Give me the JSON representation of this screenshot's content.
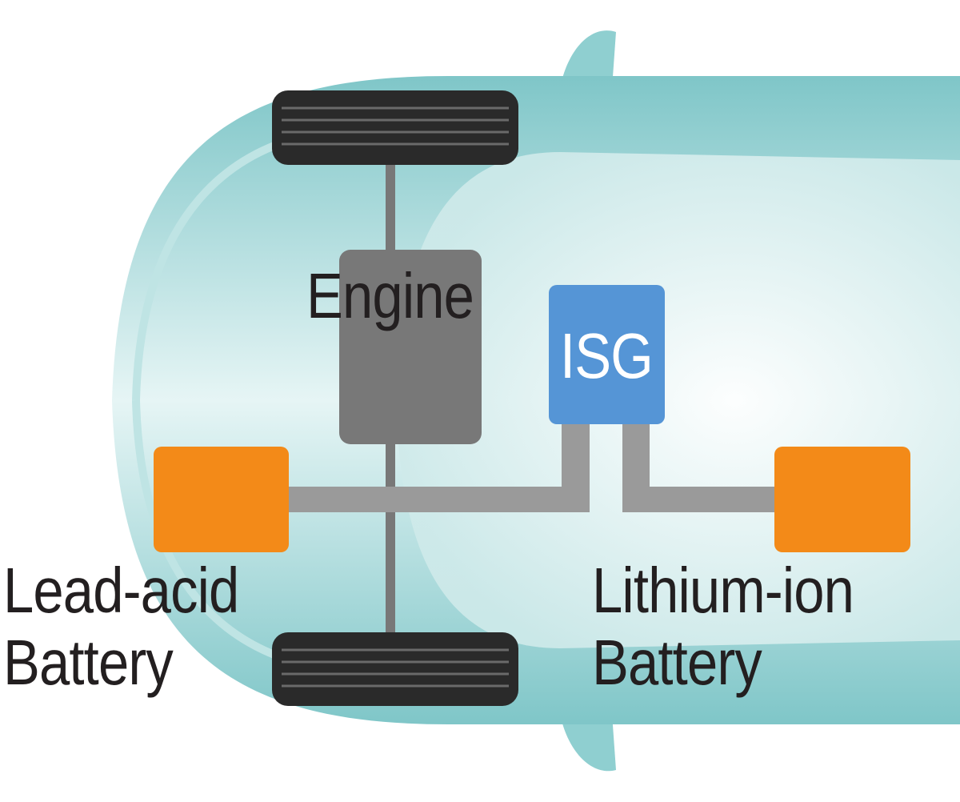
{
  "title": "Mild hybrid dual-battery layout",
  "components": {
    "engine": {
      "label": "Engine",
      "color": "#787878"
    },
    "isg": {
      "label": "ISG",
      "color": "#5595d6"
    },
    "lead_acid": {
      "line1": "Lead-acid",
      "line2": "Battery",
      "color": "#f38a18"
    },
    "lithium_ion": {
      "line1": "Lithium-ion",
      "line2": "Battery",
      "color": "#f38a18"
    }
  },
  "colors": {
    "wire": "#9a9a9a",
    "car": "#a9dcdc",
    "tire": "#2a2a2a"
  }
}
